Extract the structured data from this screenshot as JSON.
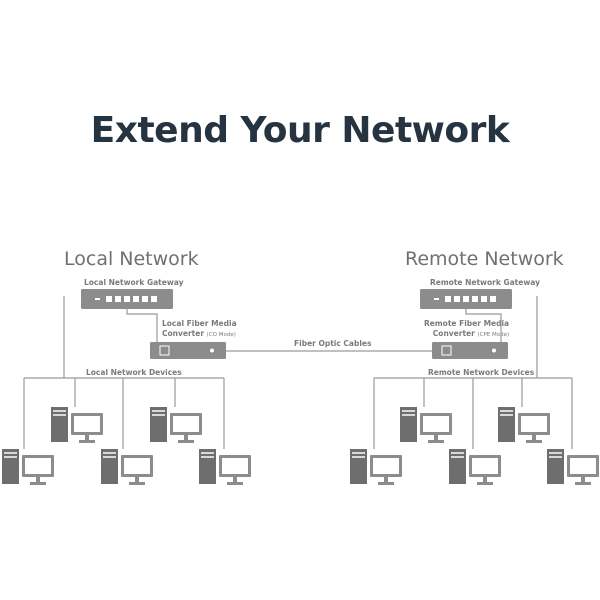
{
  "title": "Extend Your Network",
  "local": {
    "network_label": "Local Network",
    "gateway_label": "Local Network Gateway",
    "converter_label_line1": "Local Fiber Media",
    "converter_label_line2": "Converter",
    "converter_mode": "(CO Mode)",
    "devices_label": "Local Network Devices"
  },
  "remote": {
    "network_label": "Remote Network",
    "gateway_label": "Remote Network Gateway",
    "converter_label_line1": "Remote Fiber Media",
    "converter_label_line2": "Converter",
    "converter_mode": "(CPE Mode)",
    "devices_label": "Remote Network Devices"
  },
  "link_label": "Fiber Optic Cables",
  "colors": {
    "title": "#263340",
    "device": "#8c8c8c",
    "device_dark": "#6e6e6e",
    "line": "#9a9a9a",
    "label": "#7a7a7a"
  }
}
